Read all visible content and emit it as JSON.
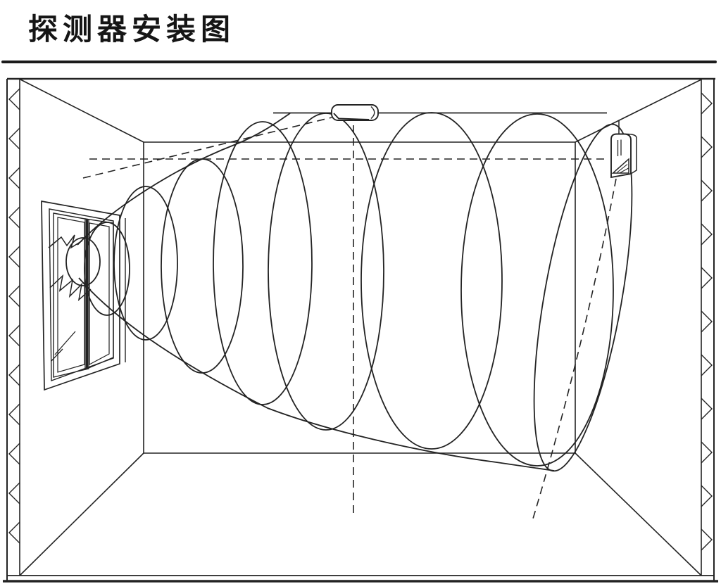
{
  "page": {
    "background": "#ffffff",
    "line_color": "#232323"
  },
  "header": {
    "title": "探测器安装图"
  },
  "diagram": {
    "components": [
      {
        "name": "room-outline",
        "type": "perspective-room"
      },
      {
        "name": "hatched-wall-edges",
        "style": "section-hatching"
      },
      {
        "name": "window",
        "state": "broken-glass",
        "panes": 2
      },
      {
        "name": "ceiling-detector",
        "mount": "ceiling"
      },
      {
        "name": "wall-detector",
        "mount": "right-wall"
      },
      {
        "name": "detection-beam",
        "shape": "expanding-ellipse-lobe",
        "ellipse_count": 9
      },
      {
        "name": "beam-axis-lines",
        "style": "dashed",
        "count": 4
      }
    ]
  }
}
